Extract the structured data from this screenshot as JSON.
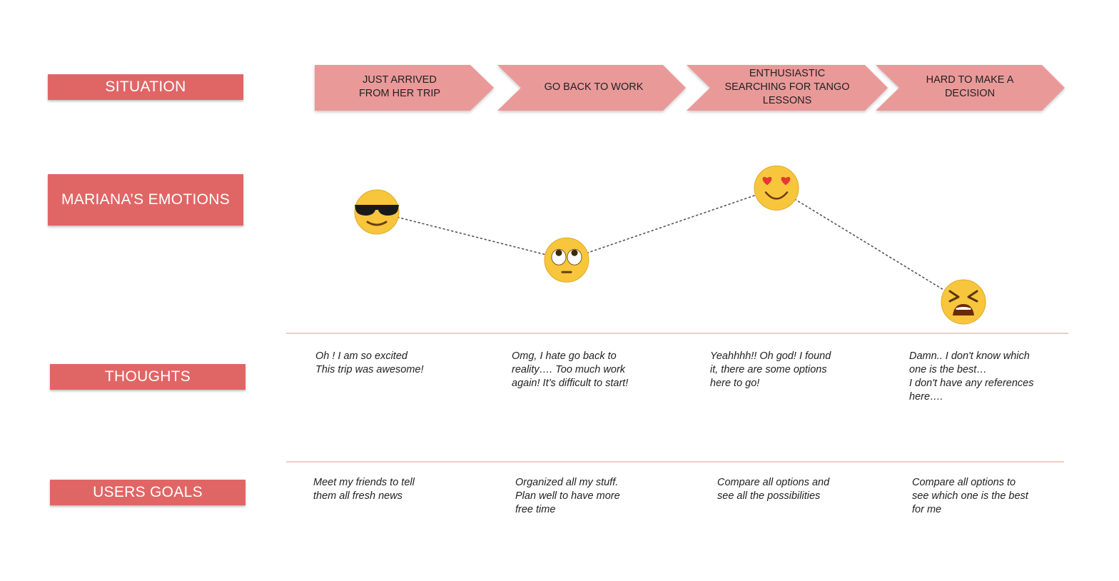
{
  "colors": {
    "label_bg": "#e06666",
    "chevron_fill": "#ea9999",
    "divider": "#f4c9c9",
    "emoji_face": "#f7c63c"
  },
  "labels": {
    "situation": "SITUATION",
    "emotions": "MARIANA’S EMOTIONS",
    "thoughts": "THOUGHTS",
    "goals": "USERS GOALS"
  },
  "stages": [
    {
      "situation": "JUST ARRIVED\nFROM HER TRIP",
      "emotion": "sunglasses-face-icon",
      "emotion_level": 0.75,
      "thought": "Oh ! I am so excited\nThis trip was awesome!",
      "goal": "Meet my friends to tell\nthem all fresh news"
    },
    {
      "situation": "GO BACK TO WORK",
      "emotion": "eye-roll-face-icon",
      "emotion_level": 0.35,
      "thought": "Omg, I hate go back to\nreality…. Too much work\nagain! It’s difficult to start!",
      "goal": "Organized all my stuff.\nPlan well to have more\nfree time"
    },
    {
      "situation": "ENTHUSIASTIC\nSEARCHING FOR TANGO\nLESSONS",
      "emotion": "heart-eyes-face-icon",
      "emotion_level": 0.95,
      "thought": "Yeahhhh!!  Oh god! I found\nit, there are some options\nhere to go!",
      "goal": "Compare all options and\nsee all the possibilities"
    },
    {
      "situation": "HARD TO MAKE A\nDECISION",
      "emotion": "tired-face-icon",
      "emotion_level": 0.0,
      "thought": "Damn.. I don't know which\none is the best…\nI don't have any references\nhere….",
      "goal": "Compare all options to\nsee which one is the best\nfor me"
    }
  ]
}
